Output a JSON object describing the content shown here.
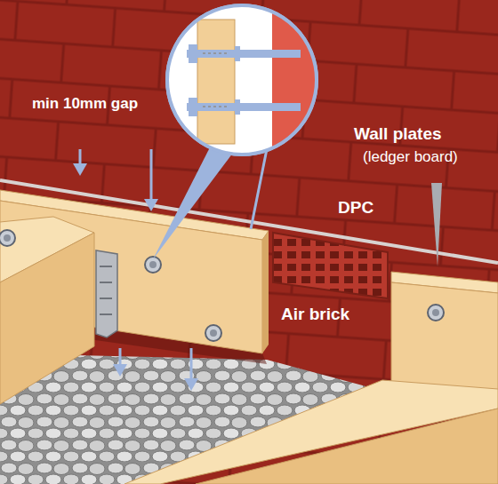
{
  "diagram": {
    "labels": [
      "min 10mm gap",
      "Wall plates",
      "(ledger board)",
      "DPC",
      "Air brick"
    ]
  }
}
